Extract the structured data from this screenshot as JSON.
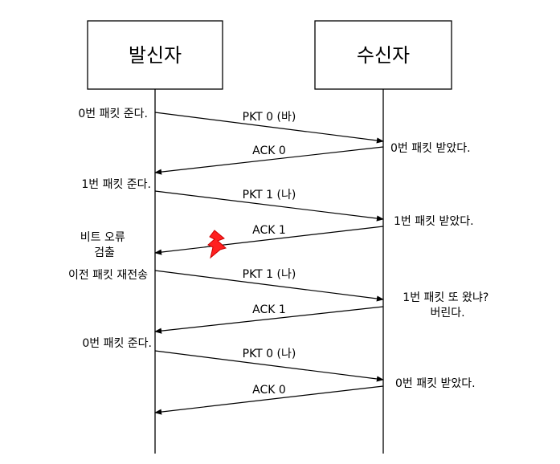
{
  "actors": {
    "sender": "발신자",
    "receiver": "수신자"
  },
  "messages": [
    {
      "label": "PKT 0 (바)",
      "direction": "sender-to-receiver"
    },
    {
      "label": "ACK 0",
      "direction": "receiver-to-sender"
    },
    {
      "label": "PKT 1 (나)",
      "direction": "sender-to-receiver"
    },
    {
      "label": "ACK 1",
      "direction": "receiver-to-sender",
      "error": true
    },
    {
      "label": "PKT 1 (나)",
      "direction": "sender-to-receiver"
    },
    {
      "label": "ACK 1",
      "direction": "receiver-to-sender"
    },
    {
      "label": "PKT 0 (나)",
      "direction": "sender-to-receiver"
    },
    {
      "label": "ACK 0",
      "direction": "receiver-to-sender"
    }
  ],
  "sender_notes": [
    [
      "0번 패킷 준다."
    ],
    [
      "1번 패킷 준다."
    ],
    [
      "비트 오류",
      "검출"
    ],
    [
      "이전 패킷 재전송"
    ],
    [
      "0번 패킷 준다."
    ]
  ],
  "receiver_notes": [
    [
      "0번 패킷 받았다."
    ],
    [
      "1번 패킷 받았다."
    ],
    [
      "1번 패킷 또 왔냐?",
      "버린다."
    ],
    [
      "0번 패킷 받았다."
    ]
  ],
  "colors": {
    "line": "#000000",
    "error_fill": "#ff2020",
    "error_stroke": "#cc0000"
  },
  "icons": {
    "error": "lightning-bolt-icon"
  }
}
